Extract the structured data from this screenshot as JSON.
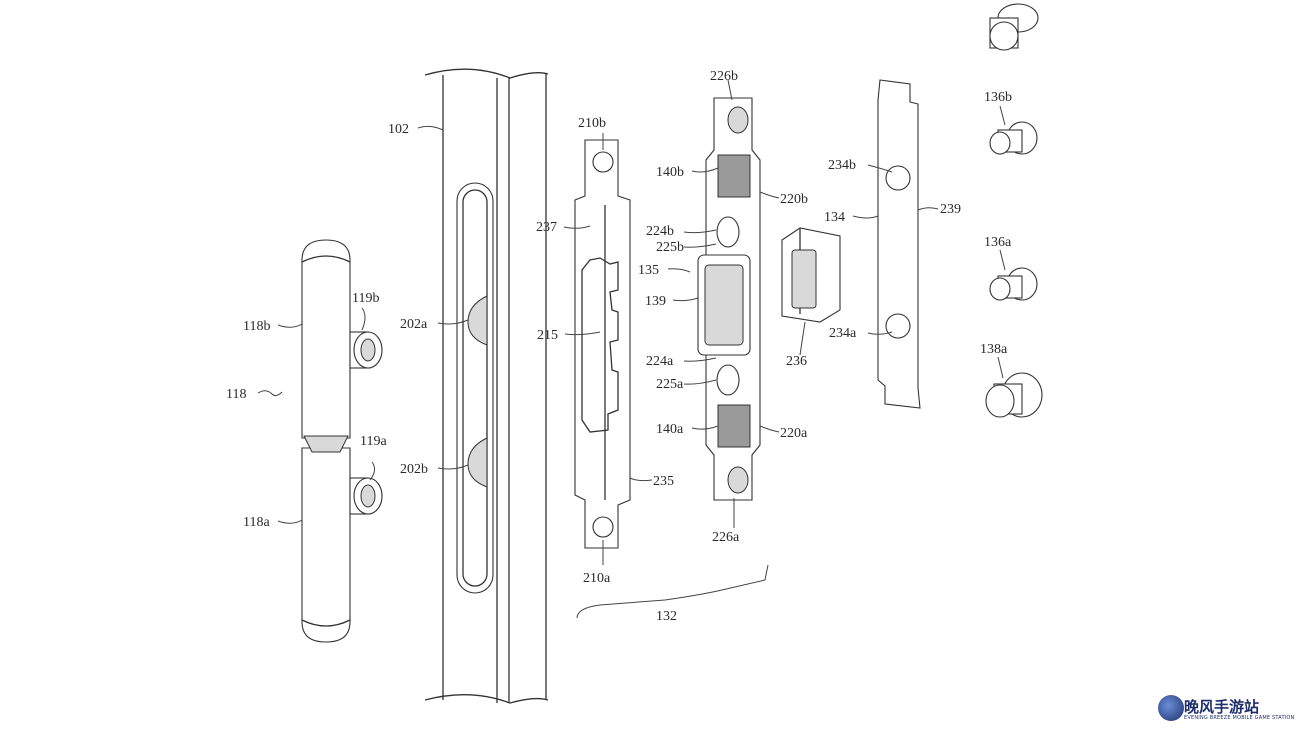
{
  "labels": {
    "l102": "102",
    "l118": "118",
    "l118a": "118a",
    "l118b": "118b",
    "l119a": "119a",
    "l119b": "119b",
    "l202a": "202a",
    "l202b": "202b",
    "l210a": "210a",
    "l210b": "210b",
    "l215": "215",
    "l235": "235",
    "l237": "237",
    "l132": "132",
    "l226a": "226a",
    "l226b": "226b",
    "l140a": "140a",
    "l140b": "140b",
    "l135": "135",
    "l139": "139",
    "l224a": "224a",
    "l224b": "224b",
    "l225a": "225a",
    "l225b": "225b",
    "l220a": "220a",
    "l220b": "220b",
    "l236": "236",
    "l234a": "234a",
    "l234b": "234b",
    "l134": "134",
    "l239": "239",
    "l136a": "136a",
    "l136b": "136b",
    "l138a": "138a"
  },
  "watermark": {
    "title": "晚风手游站",
    "subtitle": "EVENING BREEZE MOBILE GAME STATION"
  }
}
